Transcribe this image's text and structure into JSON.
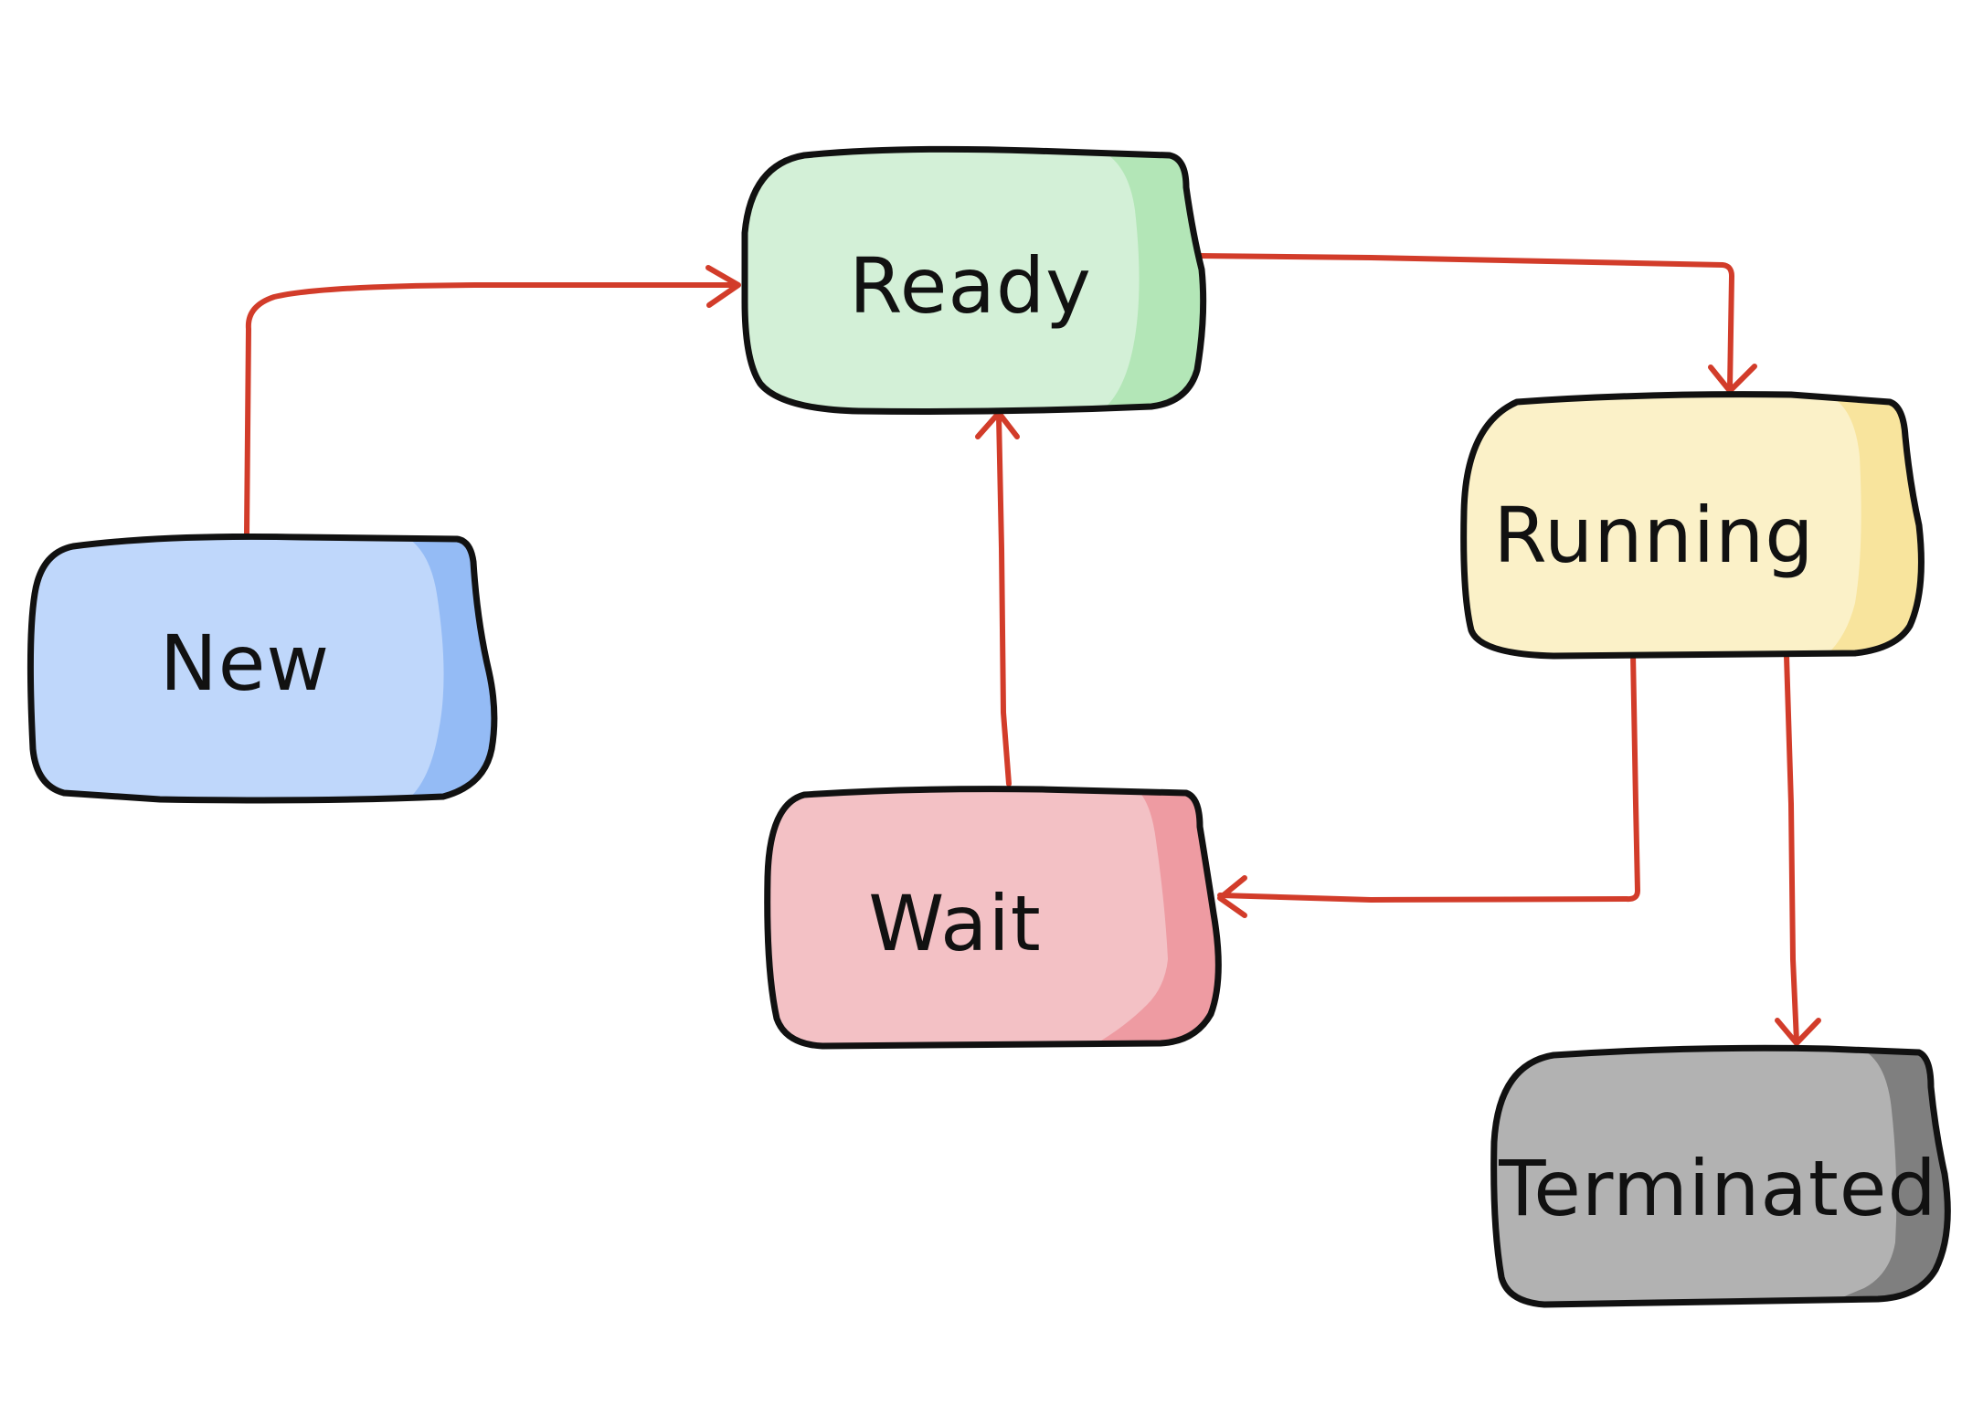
{
  "nodes": {
    "new": {
      "label": "New",
      "fill": "#bfd7fb",
      "shade": "#94bbf5"
    },
    "ready": {
      "label": "Ready",
      "fill": "#d3f0d7",
      "shade": "#b3e6b7"
    },
    "running": {
      "label": "Running",
      "fill": "#fbf1c8",
      "shade": "#f8e49d"
    },
    "wait": {
      "label": "Wait",
      "fill": "#f3c1c5",
      "shade": "#ee9ba2"
    },
    "terminated": {
      "label": "Terminated",
      "fill": "#b2b2b2",
      "shade": "#7f7f7f"
    }
  },
  "edges": [
    {
      "from": "new",
      "to": "ready"
    },
    {
      "from": "ready",
      "to": "running"
    },
    {
      "from": "running",
      "to": "wait"
    },
    {
      "from": "running",
      "to": "terminated"
    },
    {
      "from": "wait",
      "to": "ready"
    }
  ],
  "colors": {
    "edge": "#d23c2a",
    "outline": "#111111",
    "background": "#ffffff"
  }
}
